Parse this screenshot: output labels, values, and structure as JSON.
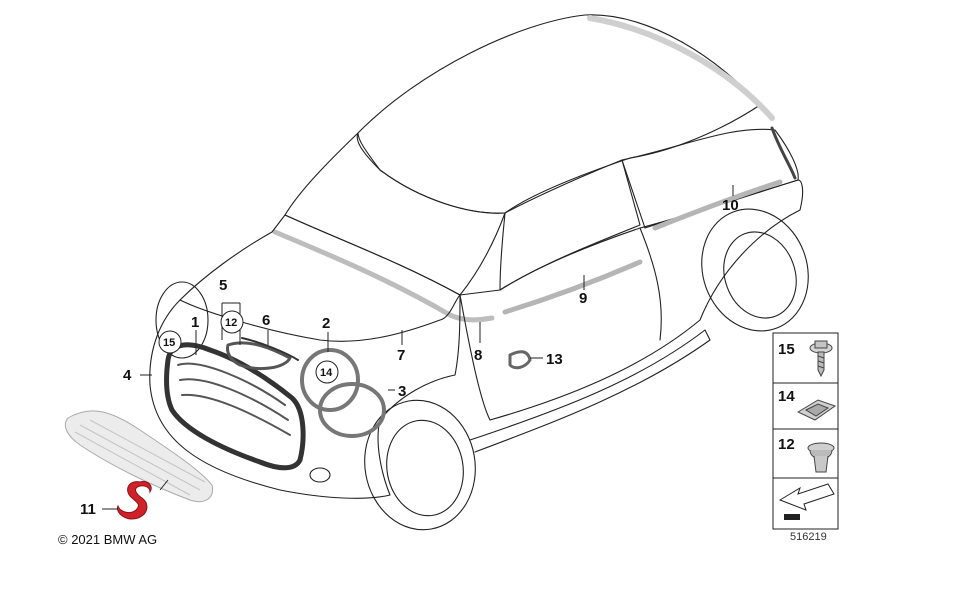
{
  "callouts": [
    {
      "id": "1",
      "label": "1"
    },
    {
      "id": "2",
      "label": "2"
    },
    {
      "id": "3",
      "label": "3"
    },
    {
      "id": "4",
      "label": "4"
    },
    {
      "id": "5",
      "label": "5"
    },
    {
      "id": "6",
      "label": "6"
    },
    {
      "id": "7",
      "label": "7"
    },
    {
      "id": "8",
      "label": "8"
    },
    {
      "id": "9",
      "label": "9"
    },
    {
      "id": "10",
      "label": "10"
    },
    {
      "id": "11",
      "label": "11"
    },
    {
      "id": "12",
      "label": "12"
    },
    {
      "id": "13",
      "label": "13"
    },
    {
      "id": "14",
      "label": "14"
    },
    {
      "id": "15",
      "label": "15"
    }
  ],
  "legend": {
    "items": [
      "15",
      "14",
      "12"
    ]
  },
  "footer": {
    "copyright": "© 2021 BMW AG",
    "diagram_id": "516219"
  },
  "colors": {
    "line": "#222222",
    "part_gray": "#9a9a9a",
    "badge_red": "#d0202a"
  }
}
